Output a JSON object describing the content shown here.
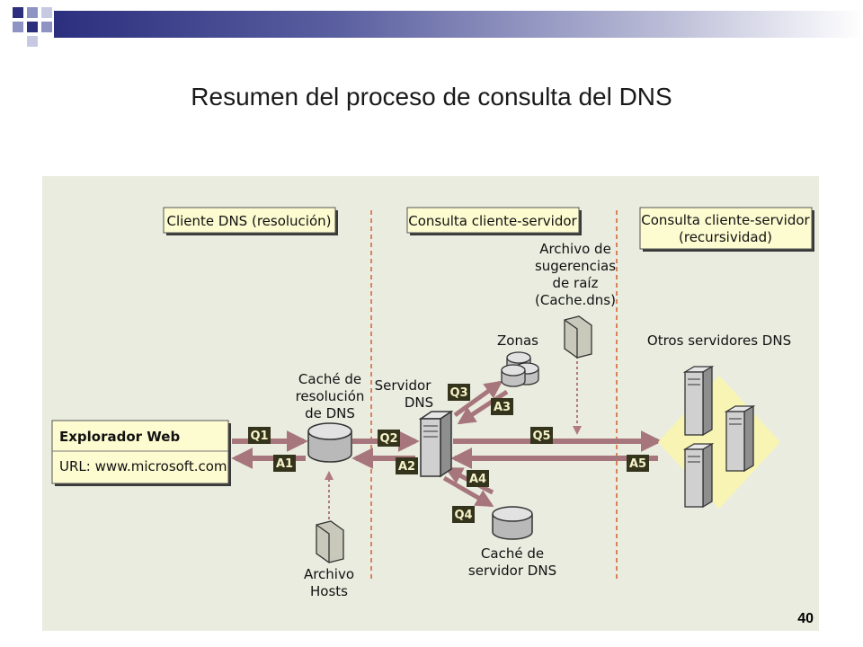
{
  "slide": {
    "title": "Resumen del proceso de consulta del DNS",
    "page_number": "40"
  },
  "colors": {
    "band_dark": "#2b2f7e",
    "diagram_bg": "#e9ecdf",
    "note_fill": "#fdfbd0",
    "arrow": "#a7767d",
    "tag_fill": "#34331b",
    "dashed_line": "#d46a3a"
  },
  "diagram": {
    "sections": [
      "Cliente DNS (resolución)",
      "Consulta cliente-servidor",
      [
        "Consulta cliente-servidor",
        "(recursividad)"
      ]
    ],
    "browser": {
      "title": "Explorador Web",
      "url": "URL: www.microsoft.com"
    },
    "resolver_cache_label": [
      "Caché de",
      "resolución",
      "de DNS"
    ],
    "dns_server_label": [
      "Servidor",
      "DNS"
    ],
    "zones_label": "Zonas",
    "root_hints_label": [
      "Archivo de",
      "sugerencias",
      "de raíz",
      "(Cache.dns)"
    ],
    "other_servers_label": "Otros servidores DNS",
    "hosts_file_label": [
      "Archivo",
      "Hosts"
    ],
    "server_cache_label": [
      "Caché de",
      "servidor DNS"
    ],
    "tags": [
      "Q1",
      "A1",
      "Q2",
      "A2",
      "Q3",
      "A3",
      "Q4",
      "A4",
      "Q5",
      "A5"
    ]
  }
}
